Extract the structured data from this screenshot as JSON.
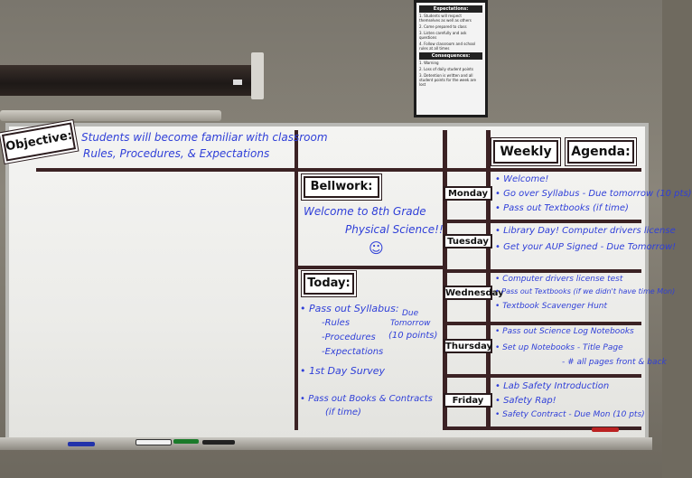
{
  "poster": {
    "expectations_title": "Expectations:",
    "expectations": [
      "1. Students will respect themselves as well as others",
      "2. Come prepared to class",
      "3. Listen carefully and ask questions",
      "4. Follow classroom and school rules at all times"
    ],
    "consequences_title": "Consequences:",
    "consequences": [
      "1. Warning",
      "2. Loss of daily student points",
      "3. Detention is written and all student points for the week are lost"
    ]
  },
  "objective": {
    "label": "Objective:",
    "line1": "Students will become familiar with classroom",
    "line2": "Rules, Procedures, & Expectations"
  },
  "bellwork": {
    "label": "Bellwork:",
    "line1": "Welcome to 8th Grade",
    "line2": "Physical Science!!",
    "smiley": "☺"
  },
  "today": {
    "label": "Today:",
    "item1": "• Pass out Syllabus:",
    "sub1": "-Rules",
    "sub2": "-Procedures",
    "sub3": "-Expectations",
    "due1": "Due",
    "due2": "Tomorrow",
    "due3": "(10 points)",
    "item2": "• 1st Day Survey",
    "item3": "• Pass out Books & Contracts",
    "item3b": "(if time)"
  },
  "agenda": {
    "label_weekly": "Weekly",
    "label_agenda": "Agenda:",
    "days": [
      {
        "name": "Monday",
        "lines": [
          "• Welcome!",
          "• Go over Syllabus - Due tomorrow (10 pts)",
          "• Pass out Textbooks (if time)"
        ]
      },
      {
        "name": "Tuesday",
        "lines": [
          "• Library Day! Computer drivers license",
          "• Get your AUP Signed - Due Tomorrow!"
        ]
      },
      {
        "name": "Wednesday",
        "lines": [
          "• Computer drivers license test",
          "• Pass out Textbooks (if we didn't have time Mon)",
          "• Textbook Scavenger Hunt"
        ]
      },
      {
        "name": "Thursday",
        "lines": [
          "• Pass out Science Log Notebooks",
          "• Set up Notebooks - Title Page",
          "- # all pages front & back"
        ]
      },
      {
        "name": "Friday",
        "lines": [
          "• Lab Safety Introduction",
          "• Safety Rap!",
          "• Safety Contract - Due Mon (10 pts)"
        ]
      }
    ]
  },
  "colors": {
    "marker": "#2f3fd8",
    "tape": "#3b2224",
    "board": "#f0f0ee"
  }
}
